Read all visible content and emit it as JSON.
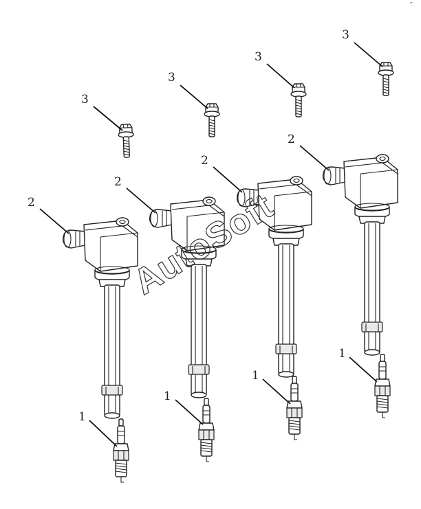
{
  "watermark": "AutoSoft",
  "corner_mark": "″",
  "callouts": [
    {
      "id": "bolt-1",
      "label": "3"
    },
    {
      "id": "bolt-2",
      "label": "3"
    },
    {
      "id": "bolt-3",
      "label": "3"
    },
    {
      "id": "bolt-4",
      "label": "3"
    },
    {
      "id": "coil-1",
      "label": "2"
    },
    {
      "id": "coil-2",
      "label": "2"
    },
    {
      "id": "coil-3",
      "label": "2"
    },
    {
      "id": "coil-4",
      "label": "2"
    },
    {
      "id": "plug-1",
      "label": "1"
    },
    {
      "id": "plug-2",
      "label": "1"
    },
    {
      "id": "plug-3",
      "label": "1"
    },
    {
      "id": "plug-4",
      "label": "1"
    }
  ]
}
